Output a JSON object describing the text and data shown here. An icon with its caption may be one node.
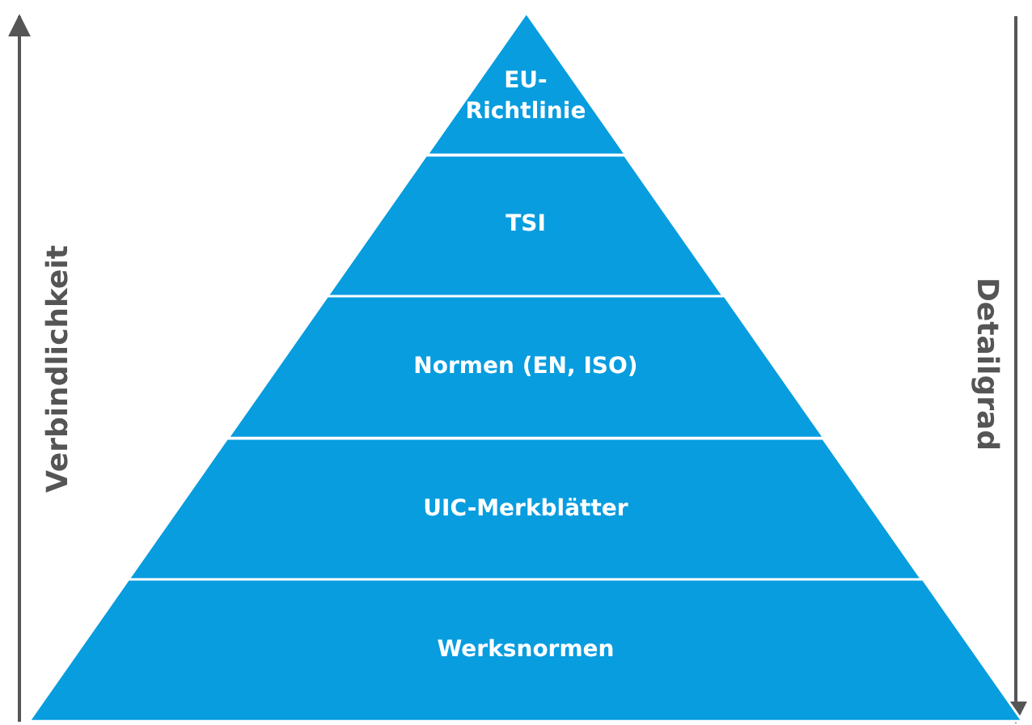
{
  "diagram": {
    "nodes": [
      {
        "text": [
          "EU- Richtlinie"
        ]
      },
      {
        "text": [
          "TSI"
        ]
      },
      {
        "text": [
          "Normen (EN, ISO)"
        ]
      },
      {
        "text": [
          "UIC-Merkblätter"
        ]
      },
      {
        "text": [
          "Werksnormen"
        ]
      }
    ],
    "labels": [
      "Verbindlichkeit",
      "Detailgrad"
    ]
  }
}
